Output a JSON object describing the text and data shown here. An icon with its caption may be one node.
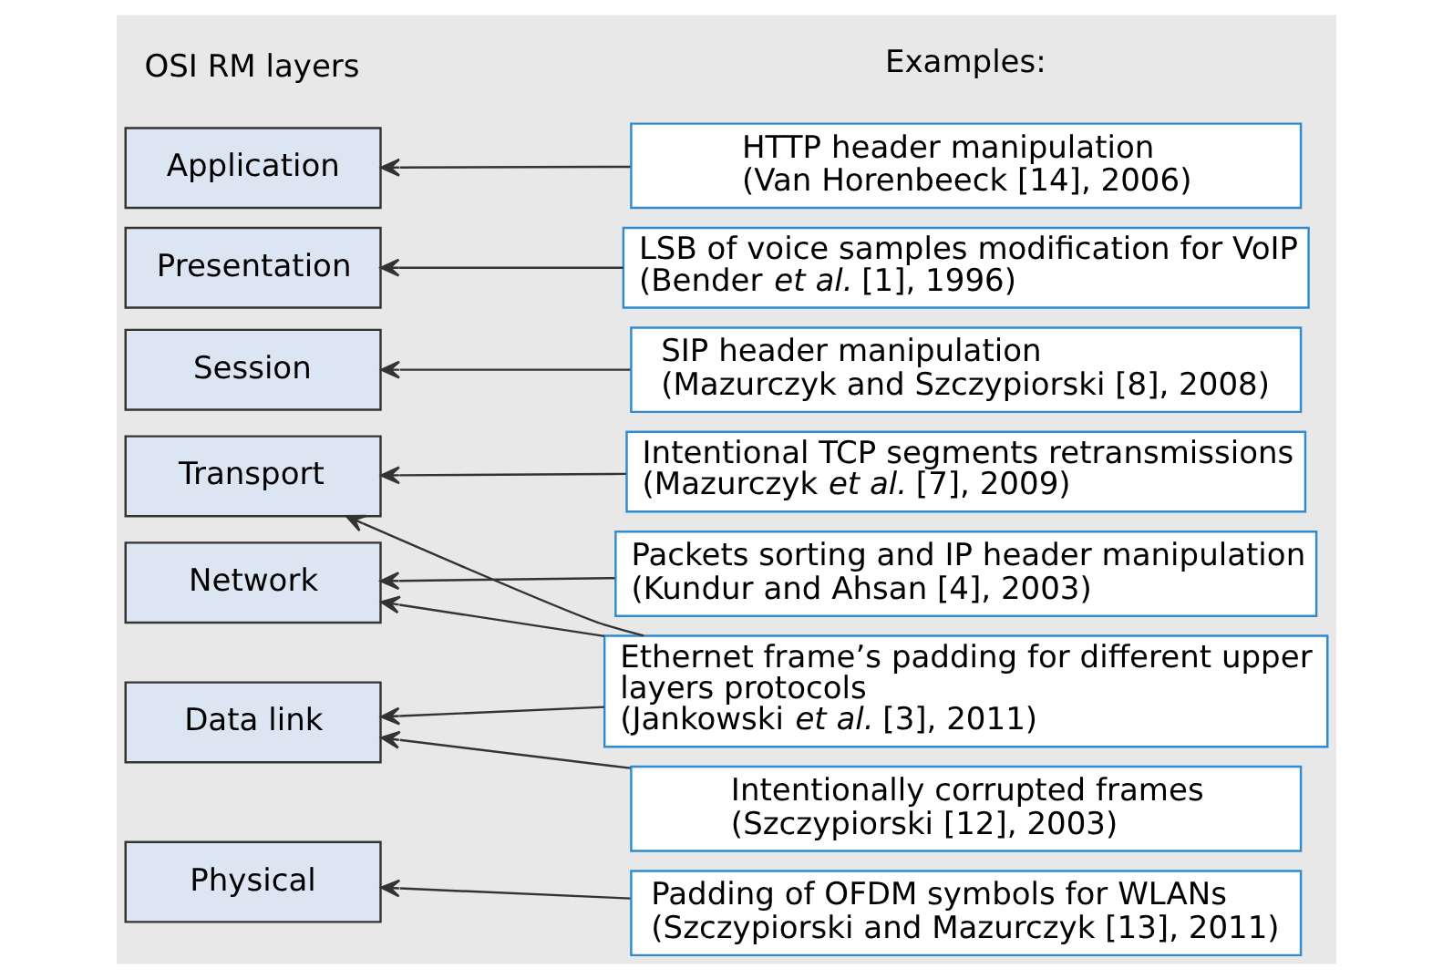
{
  "diagram": {
    "nodes": [
      {
        "text": [
          "Application"
        ]
      },
      {
        "text": [
          "Presentation"
        ]
      },
      {
        "text": [
          "Session"
        ]
      },
      {
        "text": [
          "Transport"
        ]
      },
      {
        "text": [
          "Network"
        ]
      },
      {
        "text": [
          "Data link"
        ]
      },
      {
        "text": [
          "Physical"
        ]
      },
      {
        "text": [
          "HTTP header manipulation",
          "(Van Horenbeeck [14], 2006)"
        ]
      },
      {
        "text": [
          "LSB of voice samples modification for VoIP",
          "(Bender *et al.* [1], 1996)"
        ]
      },
      {
        "text": [
          "SIP header manipulation",
          "(Mazurczyk and Szczypiorski [8], 2008)"
        ]
      },
      {
        "text": [
          "Intentional TCP segments retransmissions",
          "(Mazurczyk *et al.* [7], 2009)"
        ]
      },
      {
        "text": [
          "Packets sorting and IP header manipulation",
          "(Kundur and Ahsan [4], 2003)"
        ]
      },
      {
        "text": [
          "Ethernet frame’s padding for different upper layers protocols",
          "(Jankowski *et al.* [3], 2011)"
        ]
      },
      {
        "text": [
          "Intentionally corrupted frames",
          "(Szczypiorski [12], 2003)"
        ]
      },
      {
        "text": [
          "Padding of OFDM symbols for WLANs",
          "(Szczypiorski and Mazurczyk [13], 2011)"
        ]
      }
    ],
    "edges": [
      {
        "from": 7,
        "to": 0,
        "arrow": "to"
      },
      {
        "from": 8,
        "to": 1,
        "arrow": "to"
      },
      {
        "from": 9,
        "to": 2,
        "arrow": "to"
      },
      {
        "from": 10,
        "to": 3,
        "arrow": "to"
      },
      {
        "from": 11,
        "to": 4,
        "arrow": "to"
      },
      {
        "from": 12,
        "to": 3,
        "arrow": "to"
      },
      {
        "from": 12,
        "to": 4,
        "arrow": "to"
      },
      {
        "from": 12,
        "to": 5,
        "arrow": "to"
      },
      {
        "from": 13,
        "to": 5,
        "arrow": "to"
      },
      {
        "from": 14,
        "to": 6,
        "arrow": "to"
      }
    ],
    "labels": [
      "OSI RM layers",
      "Examples:"
    ]
  }
}
